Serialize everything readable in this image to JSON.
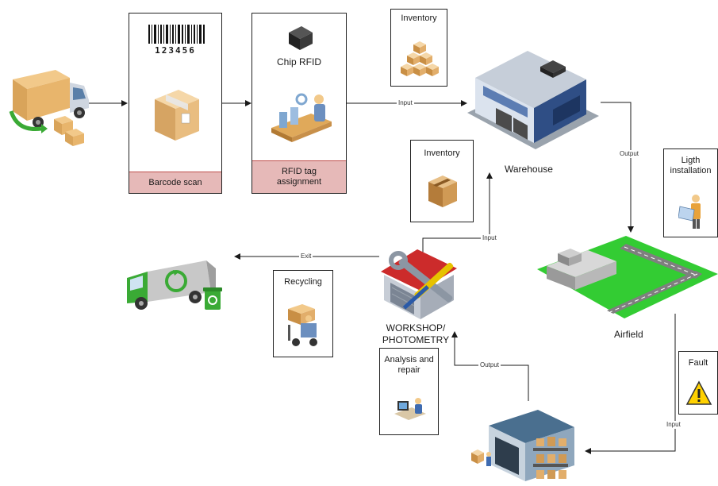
{
  "stages": {
    "barcode": {
      "code": "123456",
      "footer": "Barcode scan"
    },
    "rfid": {
      "title": "Chip RFID",
      "footer": "RFID tag assignment"
    }
  },
  "nodes": {
    "warehouse": "Warehouse",
    "airfield": "Airfield",
    "workshop": "WORKSHOP/ PHOTOMETRY"
  },
  "side_boxes": {
    "inventory_top": "Inventory",
    "inventory_mid": "Inventory",
    "light_installation": "Ligth installation",
    "fault": "Fault",
    "recycling": "Recycling",
    "analysis": "Analysis and repair"
  },
  "flows": {
    "input_warehouse": "Input",
    "output_warehouse": "Output",
    "input_workshop": "Input",
    "exit": "Exit",
    "output_storage": "Output",
    "input_storage": "Input"
  },
  "colors": {
    "stage_footer": "#e6b9b8",
    "airfield_green": "#33cc33",
    "recycle_green": "#3aaa35",
    "arrow": "#1a1a1a"
  }
}
